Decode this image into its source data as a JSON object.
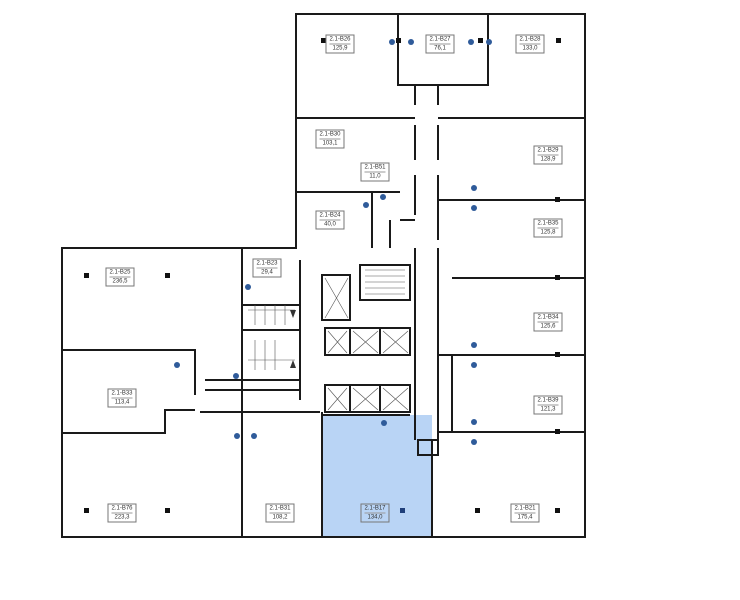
{
  "colors": {
    "highlight": "#b9d4f5",
    "wall": "#1a1a1a",
    "drop": "#2f5b9a"
  },
  "rooms": [
    {
      "id": "2.1-B26",
      "area": "125,9"
    },
    {
      "id": "2.1-B27",
      "area": "76,1"
    },
    {
      "id": "2.1-B28",
      "area": "133,0"
    },
    {
      "id": "2.1-B30",
      "area": "103,1"
    },
    {
      "id": "2.1-B51",
      "area": "11,0"
    },
    {
      "id": "2.1-B24",
      "area": "40,0"
    },
    {
      "id": "2.1-B29",
      "area": "128,9"
    },
    {
      "id": "2.1-B35",
      "area": "125,8"
    },
    {
      "id": "2.1-B23",
      "area": "29,4"
    },
    {
      "id": "2.1-B25",
      "area": "236,5"
    },
    {
      "id": "2.1-B34",
      "area": "125,6"
    },
    {
      "id": "2.1-B33",
      "area": "113,4"
    },
    {
      "id": "2.1-B39",
      "area": "121,3"
    },
    {
      "id": "2.1-B76",
      "area": "223,3"
    },
    {
      "id": "2.1-B31",
      "area": "108,2"
    },
    {
      "id": "2.1-B17",
      "area": "134,0",
      "selected": true
    },
    {
      "id": "2.1-B21",
      "area": "175,4"
    }
  ]
}
